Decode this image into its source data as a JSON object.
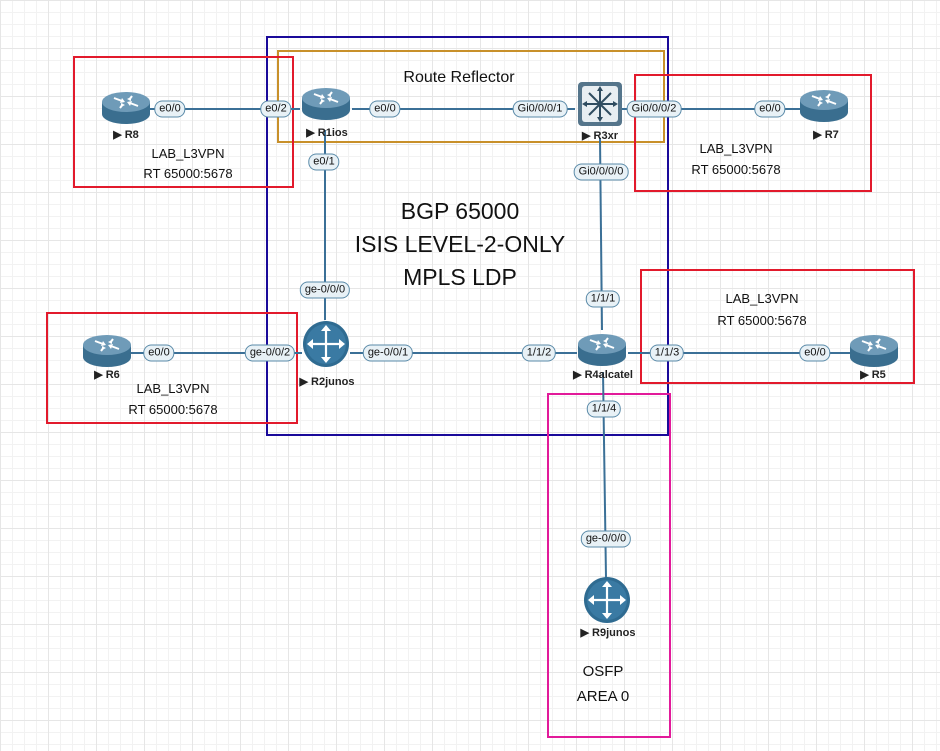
{
  "regions": {
    "core": {
      "line1": "BGP 65000",
      "line2": "ISIS LEVEL-2-ONLY",
      "line3": "MPLS LDP",
      "border_color": "#1a0a9a"
    },
    "rr": {
      "label": "Route Reflector",
      "border_color": "#c8902a"
    },
    "vpn_box_color": "#e21a2c",
    "vpn_r8": {
      "line1": "LAB_L3VPN",
      "line2": "RT 65000:5678"
    },
    "vpn_r7": {
      "line1": "LAB_L3VPN",
      "line2": "RT 65000:5678"
    },
    "vpn_r6": {
      "line1": "LAB_L3VPN",
      "line2": "RT 65000:5678"
    },
    "vpn_r5": {
      "line1": "LAB_L3VPN",
      "line2": "RT 65000:5678"
    },
    "ospf": {
      "line1": "OSFP",
      "line2": "AREA 0",
      "border_color": "#e21a9a"
    }
  },
  "devices": {
    "r8": {
      "name": "R8",
      "type": "router-icon"
    },
    "r1": {
      "name": "R1ios",
      "type": "router-icon"
    },
    "r3": {
      "name": "R3xr",
      "type": "xr-router-icon"
    },
    "r7": {
      "name": "R7",
      "type": "router-icon"
    },
    "r6": {
      "name": "R6",
      "type": "router-icon"
    },
    "r2": {
      "name": "R2junos",
      "type": "junos-router-icon"
    },
    "r4": {
      "name": "R4alcatel",
      "type": "router-icon"
    },
    "r5": {
      "name": "R5",
      "type": "router-icon"
    },
    "r9": {
      "name": "R9junos",
      "type": "junos-router-icon"
    }
  },
  "interfaces": {
    "r8_e00": "e0/0",
    "r1_e02": "e0/2",
    "r1_e00": "e0/0",
    "r3_gi001": "Gi0/0/0/1",
    "r3_gi002": "Gi0/0/0/2",
    "r7_e00": "e0/0",
    "r1_e01": "e0/1",
    "r3_gi000": "Gi0/0/0/0",
    "r2_ge000": "ge-0/0/0",
    "r4_111": "1/1/1",
    "r6_e00": "e0/0",
    "r2_ge002": "ge-0/0/2",
    "r2_ge001": "ge-0/0/1",
    "r4_112": "1/1/2",
    "r4_113": "1/1/3",
    "r5_e00": "e0/0",
    "r4_114": "1/1/4",
    "r9_ge000": "ge-0/0/0"
  },
  "colors": {
    "link": "#3b7097",
    "router_blue": "#3a6e8f",
    "router_top": "#6f9bb8",
    "junos_blue": "#2f6b91"
  }
}
